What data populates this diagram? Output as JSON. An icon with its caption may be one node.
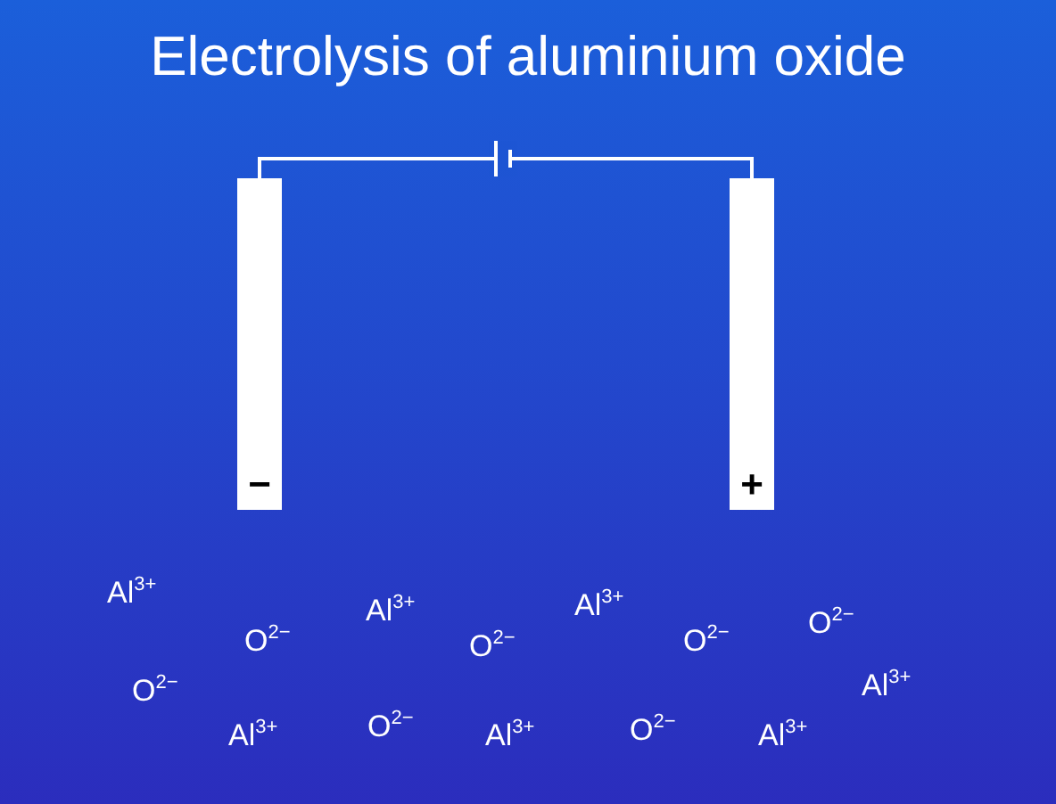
{
  "diagram": {
    "title": "Electrolysis of aluminium oxide",
    "nodes": [
      {
        "text": [],
        "shape": "battery"
      },
      {
        "text": [
          "−"
        ]
      },
      {
        "text": [
          "+"
        ]
      }
    ],
    "edges": [
      {
        "from": 1,
        "to": 0,
        "arrow": "none"
      },
      {
        "from": 0,
        "to": 2,
        "arrow": "none"
      }
    ],
    "labels": [
      "Al$^{3+}$",
      "Al$^{3+}$",
      "Al$^{3+}$",
      "O$^{2−}$",
      "O$^{2−}$",
      "O$^{2−}$",
      "O$^{2−}$",
      "O$^{2−}$",
      "Al$^{3+}$",
      "Al$^{3+}$",
      "O$^{2−}$",
      "Al$^{3+}$",
      "O$^{2−}$",
      "Al$^{3+}$"
    ]
  }
}
